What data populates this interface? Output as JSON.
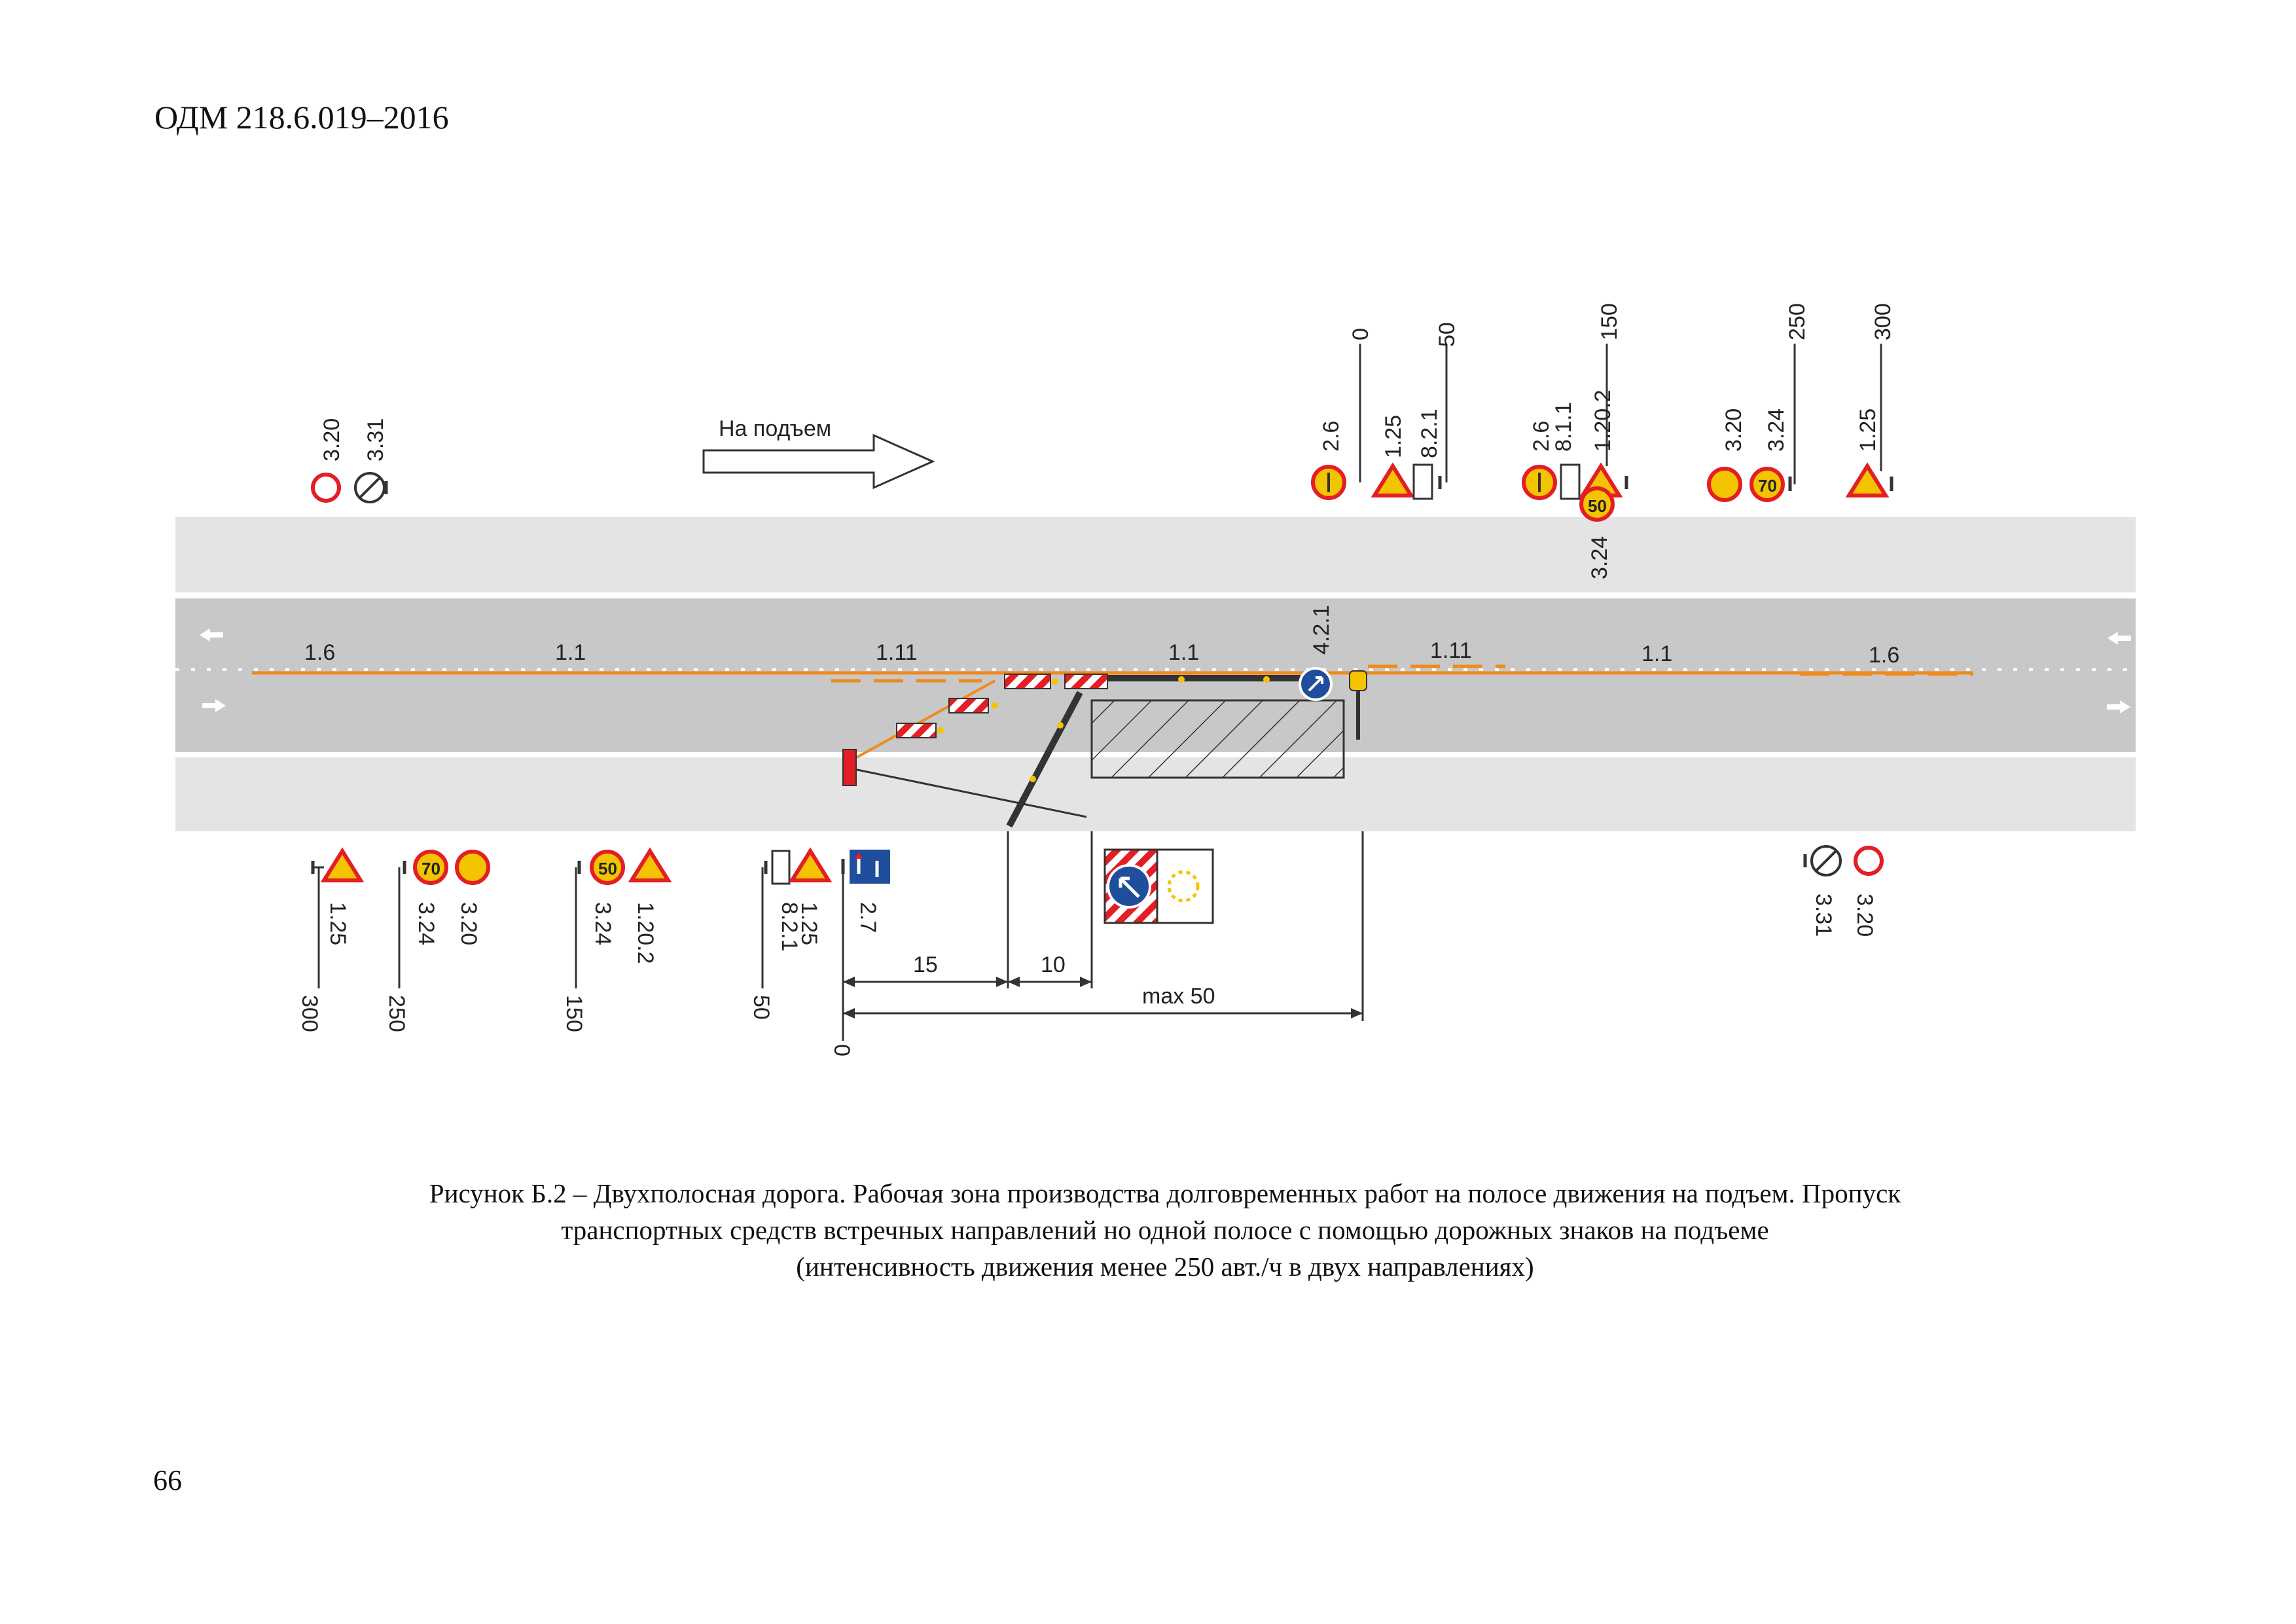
{
  "header": {
    "doc_code": "ОДМ 218.6.019–2016"
  },
  "caption": {
    "line1": "Рисунок Б.2 – Двухполосная дорога. Рабочая зона производства долговременных работ на полосе движения на подъем. Пропуск",
    "line2": "транспортных средств встречных направлений но одной полосе с помощью дорожных знаков на подъеме",
    "line3": "(интенсивность движения менее 250 авт./ч в двух направлениях)"
  },
  "page_number": "66",
  "diagram": {
    "direction_label": "На подъем",
    "markings": {
      "left_outer": "1.6",
      "left_mid": "1.1",
      "left_work": "1.11",
      "center": "1.1",
      "right_work": "1.11",
      "right_mid": "1.1",
      "right_outer": "1.6",
      "keep_sign": "4.2.1"
    },
    "top": {
      "group1": {
        "sign_a": "3.20",
        "sign_b": "3.31"
      },
      "group2": {
        "dist": "0",
        "sign_a": "2.6",
        "dist2": "50",
        "sign_b": "1.25",
        "sign_c": "8.2.1"
      },
      "group3": {
        "dist": "150",
        "sign_a": "2.6",
        "sign_b": "8.1.1",
        "sign_c": "1.20.2",
        "sign_d": "3.24",
        "speed": "50"
      },
      "group4": {
        "dist": "250",
        "sign_a": "3.20",
        "sign_b": "3.24",
        "speed": "70"
      },
      "group5": {
        "dist": "300",
        "sign_a": "1.25"
      }
    },
    "bottom": {
      "group1": {
        "sign": "1.25",
        "dist": "300"
      },
      "group2": {
        "sign_a": "3.24",
        "sign_b": "3.20",
        "dist": "250",
        "speed": "70"
      },
      "group3": {
        "sign_a": "3.24",
        "sign_b": "1.20.2",
        "dist": "150",
        "speed": "50"
      },
      "group4": {
        "sign_a": "8.2.1",
        "sign_b": "1.25",
        "dist": "50"
      },
      "group5": {
        "sign": "2.7",
        "dist": "0"
      },
      "group6": {
        "sign_a": "3.31",
        "sign_b": "3.20"
      }
    },
    "dimensions": {
      "d15": "15",
      "d10": "10",
      "max": "max 50"
    }
  },
  "colors": {
    "road": "#c8c8c8",
    "shoulder": "#e4e4e4",
    "orange": "#f08a1c",
    "sign_red": "#e31e24",
    "sign_yellow": "#f5c400",
    "sign_blue": "#1f4e9c",
    "barrier": "#333333"
  }
}
